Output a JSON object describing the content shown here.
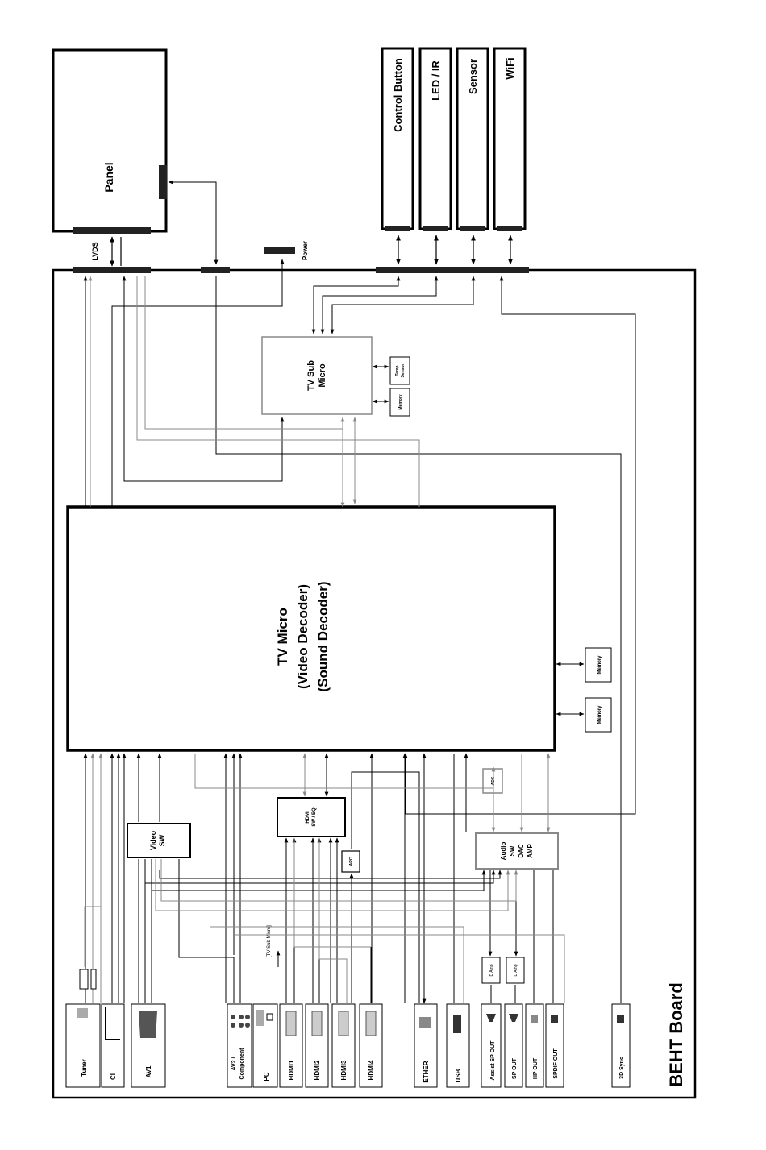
{
  "board": {
    "title": "BEHT Board"
  },
  "panel": {
    "label": "Panel"
  },
  "lvds": {
    "label": "LVDS"
  },
  "power": {
    "label": "Power"
  },
  "top_boards": [
    {
      "label": "Control Button"
    },
    {
      "label": "LED / IR"
    },
    {
      "label": "Sensor"
    },
    {
      "label": "WiFi"
    }
  ],
  "tv_sub_micro": {
    "line1": "TV Sub",
    "line2": "Micro"
  },
  "temp_sensor": {
    "line1": "Temp",
    "line2": "Sensor"
  },
  "sub_memory": {
    "label": "Memory"
  },
  "tv_micro": {
    "line1": "TV Micro",
    "line2": "(Video Decoder)",
    "line3": "(Sound Decoder)"
  },
  "main_memory": [
    {
      "label": "Memory"
    },
    {
      "label": "Memory"
    }
  ],
  "video_sw": {
    "line1": "Video",
    "line2": "SW"
  },
  "hdmi_sw": {
    "line1": "HDMI",
    "line2": "SW / EQ"
  },
  "arc": {
    "label": "ARC"
  },
  "adc": {
    "label": "ADC"
  },
  "audio_block": {
    "line1": "Audio",
    "line2": "SW",
    "line3": "DAC",
    "line4": "AMP"
  },
  "d_amp": [
    {
      "label": "D Amp"
    },
    {
      "label": "D Amp"
    }
  ],
  "tv_sub_micro_note": "[TV Sub Micro]",
  "connectors": [
    {
      "label": "Tuner"
    },
    {
      "label": "CI"
    },
    {
      "label": "AV1"
    },
    {
      "label": "AV2 /\nComponent"
    },
    {
      "label": "PC"
    },
    {
      "label": "HDMI1"
    },
    {
      "label": "HDMI2"
    },
    {
      "label": "HDMI3"
    },
    {
      "label": "HDMI4"
    },
    {
      "label": "ETHER"
    },
    {
      "label": "USB"
    },
    {
      "label": "Assist SP OUT"
    },
    {
      "label": "SP OUT"
    },
    {
      "label": "HP OUT"
    },
    {
      "label": "SPDIF OUT"
    },
    {
      "label": "3D Sync"
    }
  ]
}
